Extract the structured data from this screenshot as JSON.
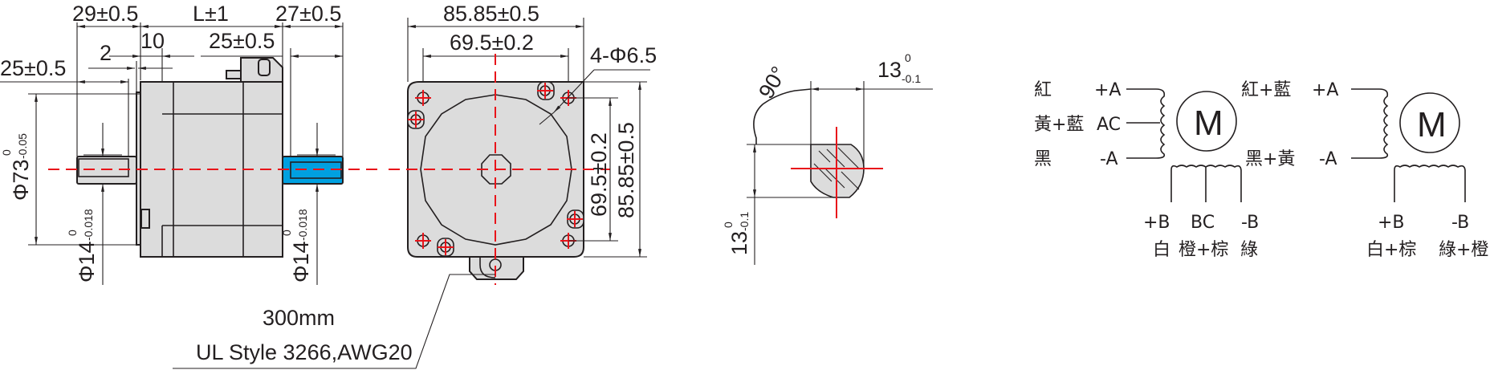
{
  "side_view": {
    "dim_left_shaft": "29±0.5",
    "dim_length": "L±1",
    "dim_right_shaft": "27±0.5",
    "dim_flange_offset": "25±0.5",
    "dim_key_2": "2",
    "dim_boss_10": "10",
    "dim_right_key": "25±0.5",
    "dim_left_key": "25±0.5",
    "dia_pilot": "Φ73",
    "dia_pilot_tol_upper": "0",
    "dia_pilot_tol_lower": "-0.05",
    "dia_shaft_left": "Φ14",
    "dia_shaft_left_tol_upper": "0",
    "dia_shaft_left_tol_lower": "-0.018",
    "dia_shaft_right": "Φ14",
    "dia_shaft_right_tol_upper": "0",
    "dia_shaft_right_tol_lower": "-0.018",
    "colors": {
      "body": "#dcdcdc",
      "shaft_highlight": "#00a0e0",
      "centerline": "#e8141a",
      "line": "#231f20"
    }
  },
  "front_view": {
    "dim_width_outer": "85.85±0.5",
    "dim_width_holes": "69.5±0.2",
    "dim_height_holes": "69.5±0.2",
    "dim_height_outer": "85.85±0.5",
    "hole_callout": "4-Φ6.5"
  },
  "cable": {
    "length": "300mm",
    "spec": "UL Style 3266,AWG20"
  },
  "shaft_section": {
    "angle": "90°",
    "dim_flat_h": "13",
    "dim_flat_h_tol_upper": "0",
    "dim_flat_h_tol_lower": "-0.1",
    "dim_flat_v": "13",
    "dim_flat_v_tol_upper": "0",
    "dim_flat_v_tol_lower": "-0.1"
  },
  "wiring_6lead": {
    "motor_label": "M",
    "a_side": [
      {
        "color": "紅",
        "terminal": "+A"
      },
      {
        "color": "黃+藍",
        "terminal": "AC"
      },
      {
        "color": "黑",
        "terminal": "-A"
      }
    ],
    "b_side": [
      {
        "terminal": "+B",
        "color": "白"
      },
      {
        "terminal": "BC",
        "color": "橙+棕"
      },
      {
        "terminal": "-B",
        "color": "綠"
      }
    ]
  },
  "wiring_4lead": {
    "motor_label": "M",
    "a_side": [
      {
        "color": "紅+藍",
        "terminal": "+A"
      },
      {
        "color": "黑+黃",
        "terminal": "-A"
      }
    ],
    "b_side": [
      {
        "terminal": "+B",
        "color": "白+棕"
      },
      {
        "terminal": "-B",
        "color": "綠+橙"
      }
    ]
  }
}
